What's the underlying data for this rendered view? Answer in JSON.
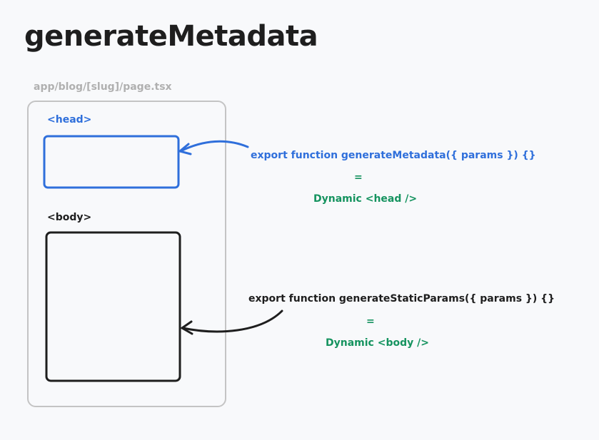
{
  "title": "generateMetadata",
  "file_path": "app/blog/[slug]/page.tsx",
  "labels": {
    "head": "<head>",
    "body": "<body>"
  },
  "metadata_block": {
    "function": "export function generateMetadata({ params }) {}",
    "equals": "=",
    "result": "Dynamic <head />"
  },
  "static_params_block": {
    "function": "export function generateStaticParams({ params }) {}",
    "equals": "=",
    "result": "Dynamic <body />"
  },
  "colors": {
    "background": "#f8f9fb",
    "title": "#1e1e1e",
    "file_path": "#b0b0b0",
    "page_outline": "#c4c4c4",
    "head_blue": "#2f6fdb",
    "body_black": "#1e1e1e",
    "result_green": "#15935f"
  }
}
